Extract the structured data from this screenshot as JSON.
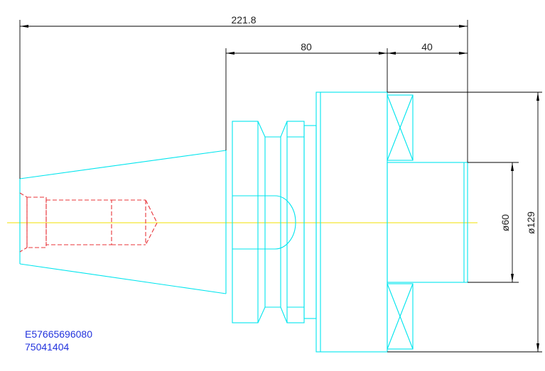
{
  "dimensions": {
    "overall_length": "221.8",
    "taper_length": "80",
    "shank_length": "40",
    "shank_diameter": "ø60",
    "flange_diameter": "ø129"
  },
  "part_codes": {
    "line1": "E57665696080",
    "line2": "75041404"
  },
  "colors": {
    "outline": "#00e5ee",
    "hidden_lines": "#e8343a",
    "centerline": "#f2e100",
    "dimension_lines": "#000000",
    "code_text": "#2233dd"
  }
}
